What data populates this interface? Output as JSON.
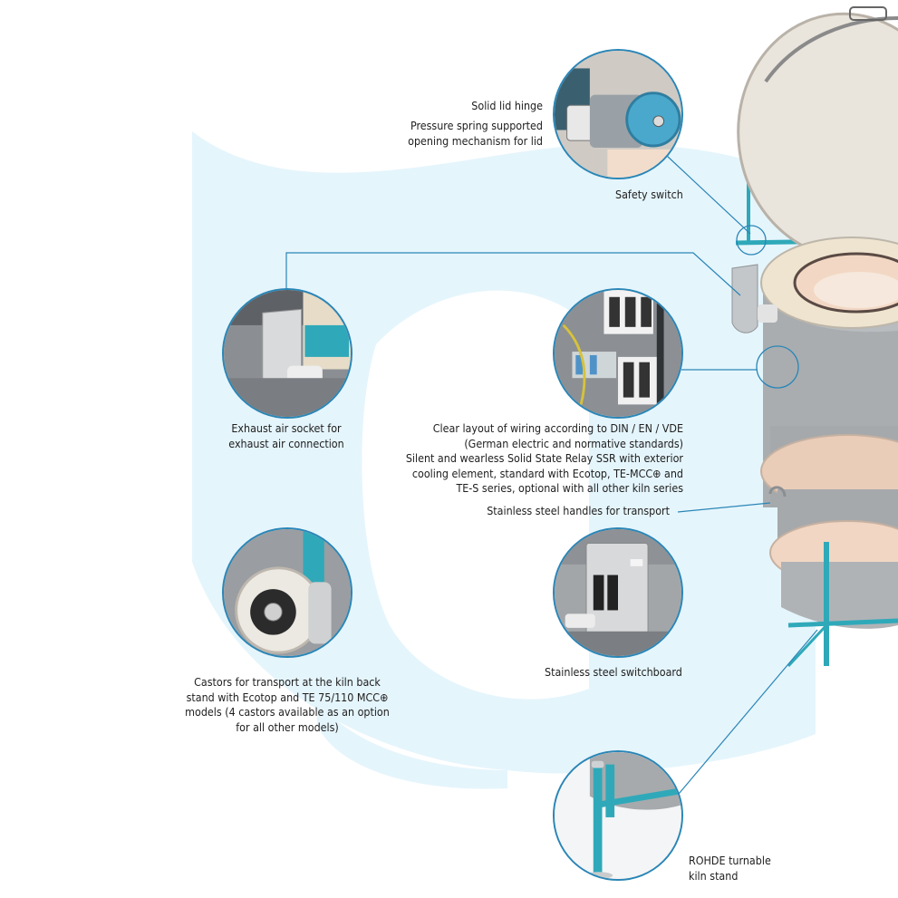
{
  "callouts": {
    "solid_lid_hinge": "Solid lid hinge",
    "pressure_spring_1": "Pressure spring supported",
    "pressure_spring_2": "opening mechanism for lid",
    "safety_switch": "Safety switch",
    "exhaust_1": "Exhaust air socket for",
    "exhaust_2": "exhaust air connection",
    "wiring_1": "Clear layout of wiring according to DIN / EN / VDE",
    "wiring_2": "(German electric and normative standards)",
    "ssr_1": "Silent and wearless Solid State Relay SSR with exterior",
    "ssr_2": "cooling element, standard with Ecotop, TE-MCC⊕ and",
    "ssr_3": "TE-S series, optional with all other kiln series",
    "handles": "Stainless steel handles for transport",
    "switchboard": "Stainless steel switchboard",
    "castors_1": "Castors for transport at the kiln back",
    "castors_2": "stand with Ecotop and TE 75/110 MCC⊕",
    "castors_3": "models (4 castors available as an option",
    "castors_4": "for all other models)",
    "stand_1": "ROHDE turnable",
    "stand_2": "kiln stand"
  },
  "colors": {
    "accent": "#2a86b7",
    "watermark": "#e4f4fb",
    "stand_teal": "#2fa9b9"
  }
}
